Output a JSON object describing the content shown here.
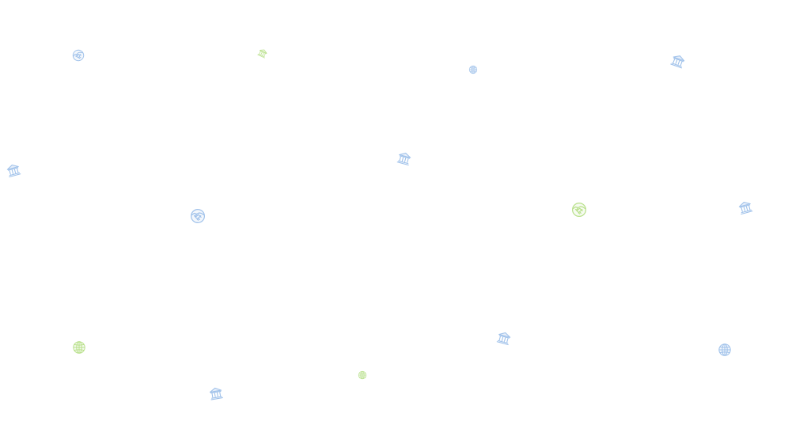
{
  "colors": {
    "background": "#ffffff",
    "blue": "#9fc1ea",
    "green": "#b8e08a"
  },
  "icons": [
    {
      "name": "handshake-icon",
      "color": "blue"
    },
    {
      "name": "bank-icon",
      "color": "green"
    },
    {
      "name": "globe-icon",
      "color": "blue"
    },
    {
      "name": "bank-icon",
      "color": "blue"
    },
    {
      "name": "bank-icon",
      "color": "blue"
    },
    {
      "name": "bank-icon",
      "color": "blue"
    },
    {
      "name": "handshake-icon",
      "color": "blue"
    },
    {
      "name": "handshake-icon",
      "color": "green"
    },
    {
      "name": "bank-icon",
      "color": "blue"
    },
    {
      "name": "globe-icon",
      "color": "green"
    },
    {
      "name": "bank-icon",
      "color": "blue"
    },
    {
      "name": "globe-icon",
      "color": "blue"
    },
    {
      "name": "globe-icon",
      "color": "green"
    },
    {
      "name": "bank-icon",
      "color": "blue"
    }
  ]
}
